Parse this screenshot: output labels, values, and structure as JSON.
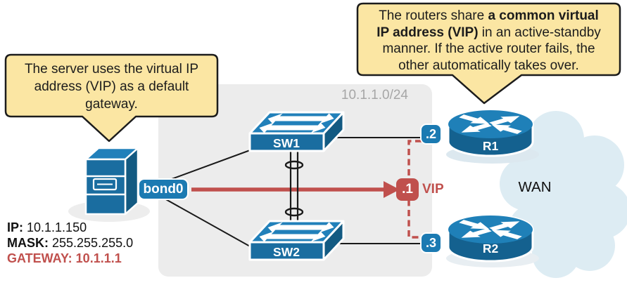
{
  "colors": {
    "cisco_blue_top": "#2180ba",
    "cisco_blue_front": "#1a6da0",
    "cisco_blue_side": "#135a82",
    "router_blue_top": "#1f80b8",
    "router_blue_body": "#14618f",
    "badge_blue": "#1b7ab2",
    "accent_red": "#c0504d",
    "callout_fill": "#fbe6a3",
    "callout_border": "#1c1c1c",
    "subnet_box": "#ececec",
    "subnet_label": "#a6a6a6",
    "cloud_fill": "#ddecf3",
    "line_black": "#1a1a1a"
  },
  "icons": {
    "server": "server-tower-icon",
    "switch": "cisco-switch-icon",
    "router": "cisco-router-icon",
    "cloud": "wan-cloud-icon",
    "vip_arrow": "vip-arrow-icon",
    "link_bundle": "bonded-links-icon"
  },
  "callout_server": {
    "line1": "The server uses the virtual IP",
    "line2": "address (VIP) as a default",
    "line3": "gateway."
  },
  "callout_routers": {
    "line1_regular": "The routers share ",
    "line1_bold": "a common virtual",
    "line2_bold": "IP address (VIP)",
    "line2_regular": " in an active-standby",
    "line3": "manner. If the active router fails, the",
    "line4": "other automatically takes over."
  },
  "subnet": {
    "cidr": "10.1.1.0/24"
  },
  "server": {
    "interface": "bond0",
    "ip_label": "IP:",
    "ip": "10.1.1.150",
    "mask_label": "MASK:",
    "mask": "255.255.255.0",
    "gateway_label": "GATEWAY:",
    "gateway": "10.1.1.1"
  },
  "switches": {
    "sw1": "SW1",
    "sw2": "SW2"
  },
  "routers": {
    "r1": "R1",
    "r1_ip": ".2",
    "r2": "R2",
    "r2_ip": ".3"
  },
  "vip": {
    "ip": ".1",
    "label": "VIP"
  },
  "wan": {
    "label": "WAN"
  }
}
